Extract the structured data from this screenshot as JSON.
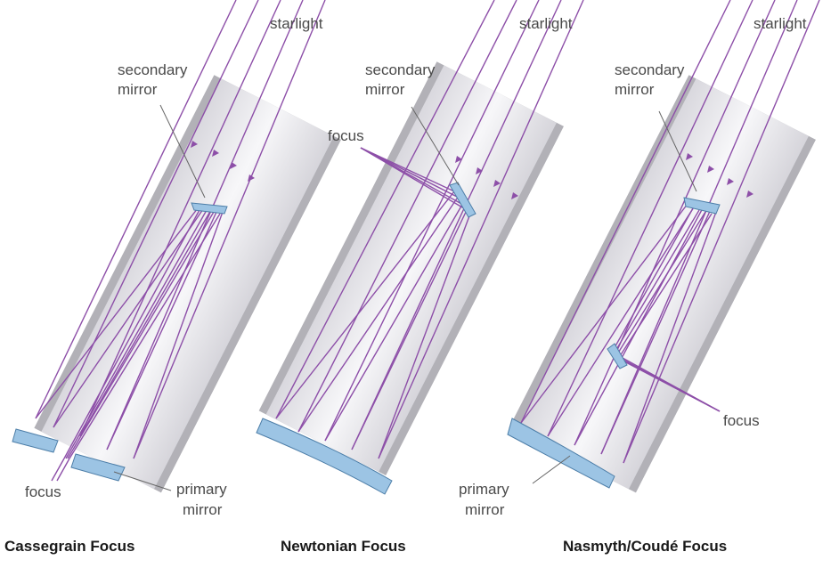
{
  "colors": {
    "tube_border": "#a8a8a8",
    "tube_fill": "#e7e6ea",
    "tube_inner": "#f6f6f8",
    "ray": "#8d4fa8",
    "mirror": "#9cc4e4",
    "mirror_edge": "#4d7ea8",
    "leader": "#666666",
    "label_text": "#4a4a4a",
    "caption_text": "#1a1a1a"
  },
  "panels": [
    {
      "caption": "Cassegrain Focus",
      "labels": {
        "starlight": "starlight",
        "secondary_mirror_line1": "secondary",
        "secondary_mirror_line2": "mirror",
        "focus": "focus",
        "primary_mirror_line1": "primary",
        "primary_mirror_line2": "mirror"
      }
    },
    {
      "caption": "Newtonian Focus",
      "labels": {
        "starlight": "starlight",
        "secondary_mirror_line1": "secondary",
        "secondary_mirror_line2": "mirror",
        "focus": "focus"
      }
    },
    {
      "caption": "Nasmyth/Coudé Focus",
      "labels": {
        "starlight": "starlight",
        "secondary_mirror_line1": "secondary",
        "secondary_mirror_line2": "mirror",
        "focus": "focus",
        "primary_mirror_line1": "primary",
        "primary_mirror_line2": "mirror"
      }
    }
  ]
}
